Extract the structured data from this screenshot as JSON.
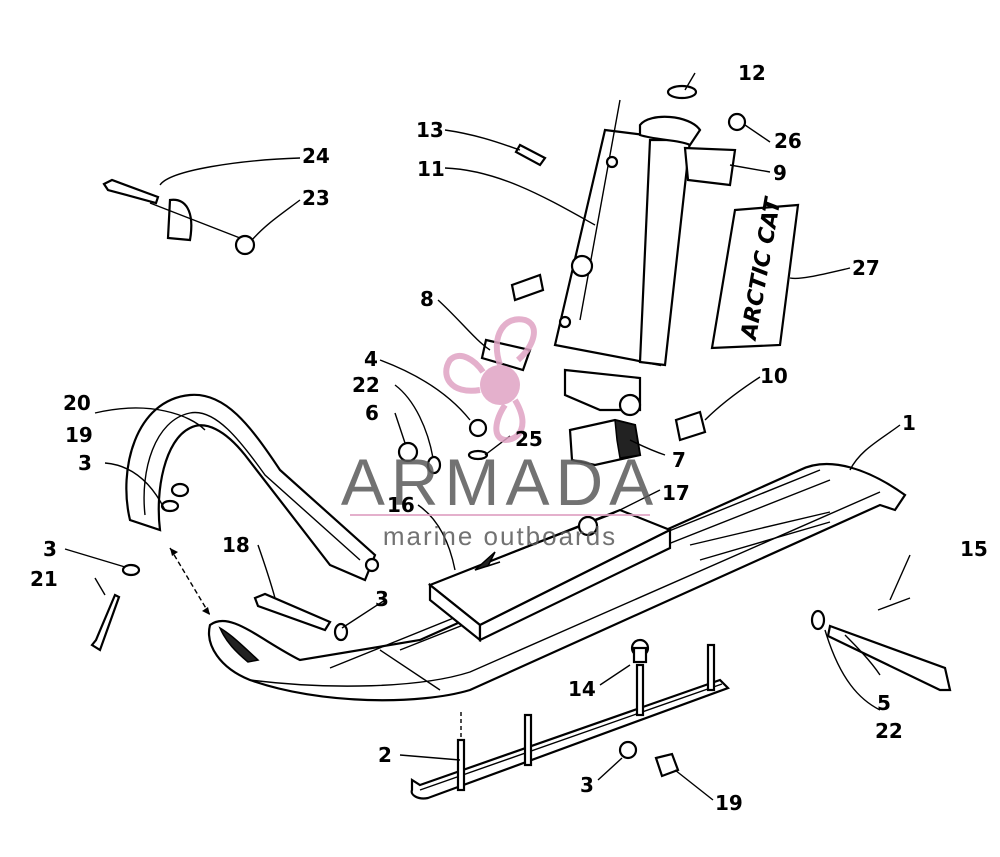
{
  "diagram": {
    "callouts": [
      {
        "id": "c1",
        "text": "1"
      },
      {
        "id": "c2",
        "text": "2"
      },
      {
        "id": "c3a",
        "text": "3"
      },
      {
        "id": "c3b",
        "text": "3"
      },
      {
        "id": "c3c",
        "text": "3"
      },
      {
        "id": "c3d",
        "text": "3"
      },
      {
        "id": "c4",
        "text": "4"
      },
      {
        "id": "c5",
        "text": "5"
      },
      {
        "id": "c6",
        "text": "6"
      },
      {
        "id": "c7",
        "text": "7"
      },
      {
        "id": "c8",
        "text": "8"
      },
      {
        "id": "c9",
        "text": "9"
      },
      {
        "id": "c10",
        "text": "10"
      },
      {
        "id": "c11",
        "text": "11"
      },
      {
        "id": "c12",
        "text": "12"
      },
      {
        "id": "c13",
        "text": "13"
      },
      {
        "id": "c14",
        "text": "14"
      },
      {
        "id": "c15",
        "text": "15"
      },
      {
        "id": "c16",
        "text": "16"
      },
      {
        "id": "c17",
        "text": "17"
      },
      {
        "id": "c18",
        "text": "18"
      },
      {
        "id": "c19a",
        "text": "19"
      },
      {
        "id": "c19b",
        "text": "19"
      },
      {
        "id": "c20",
        "text": "20"
      },
      {
        "id": "c21",
        "text": "21"
      },
      {
        "id": "c22a",
        "text": "22"
      },
      {
        "id": "c22b",
        "text": "22"
      },
      {
        "id": "c23",
        "text": "23"
      },
      {
        "id": "c24",
        "text": "24"
      },
      {
        "id": "c25",
        "text": "25"
      },
      {
        "id": "c26",
        "text": "26"
      },
      {
        "id": "c27",
        "text": "27"
      }
    ],
    "decal_text": "ARCTIC CAT"
  },
  "watermark": {
    "brand": "ARMADA",
    "tagline": "marine outboards",
    "logo_color": "#e0a3c4"
  }
}
